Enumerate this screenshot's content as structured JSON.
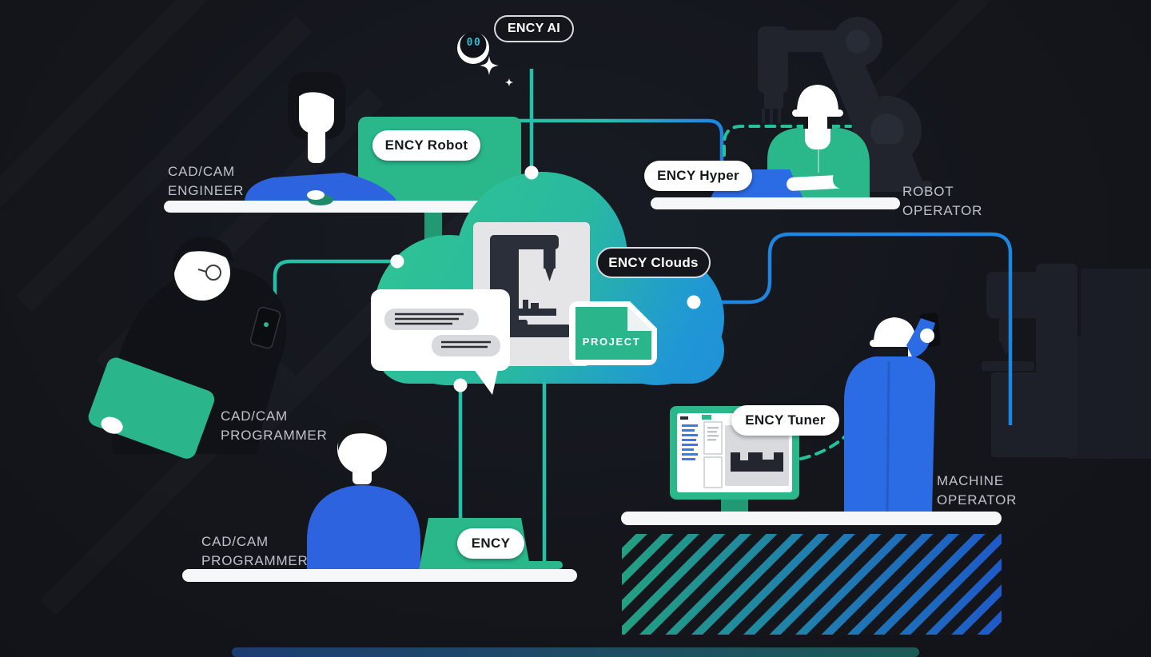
{
  "pills": {
    "ency_ai": "ENCY AI",
    "ency_robot": "ENCY Robot",
    "ency_hyper": "ENCY Hyper",
    "ency_clouds": "ENCY Clouds",
    "ency_tuner": "ENCY Tuner",
    "ency": "ENCY"
  },
  "personas": {
    "engineer": {
      "line1": "CAD/CAM",
      "line2": "ENGINEER"
    },
    "robot_operator": {
      "line1": "ROBOT",
      "line2": "OPERATOR"
    },
    "programmer_left": {
      "line1": "CAD/CAM",
      "line2": "PROGRAMMER"
    },
    "programmer_bottom": {
      "line1": "CAD/CAM",
      "line2": "PROGRAMMER"
    },
    "machine_operator": {
      "line1": "MACHINE",
      "line2": "OPERATOR"
    }
  },
  "cloud": {
    "document_label": "PROJECT"
  },
  "ai_icon": {
    "eyes": "00"
  },
  "colors": {
    "background": "#14161C",
    "accent_green": "#2ABB8C",
    "accent_blue": "#2B6BE4",
    "line_teal": "#25C0A8",
    "line_blue": "#1E86E0",
    "cloud_green": "#2DBF92",
    "cloud_blue": "#1F93D6",
    "pill_light_bg": "#FFFFFF",
    "pill_dark_bg": "#14161C",
    "label_text": "#BFC3C9",
    "desk_white": "#F6F7F8"
  }
}
